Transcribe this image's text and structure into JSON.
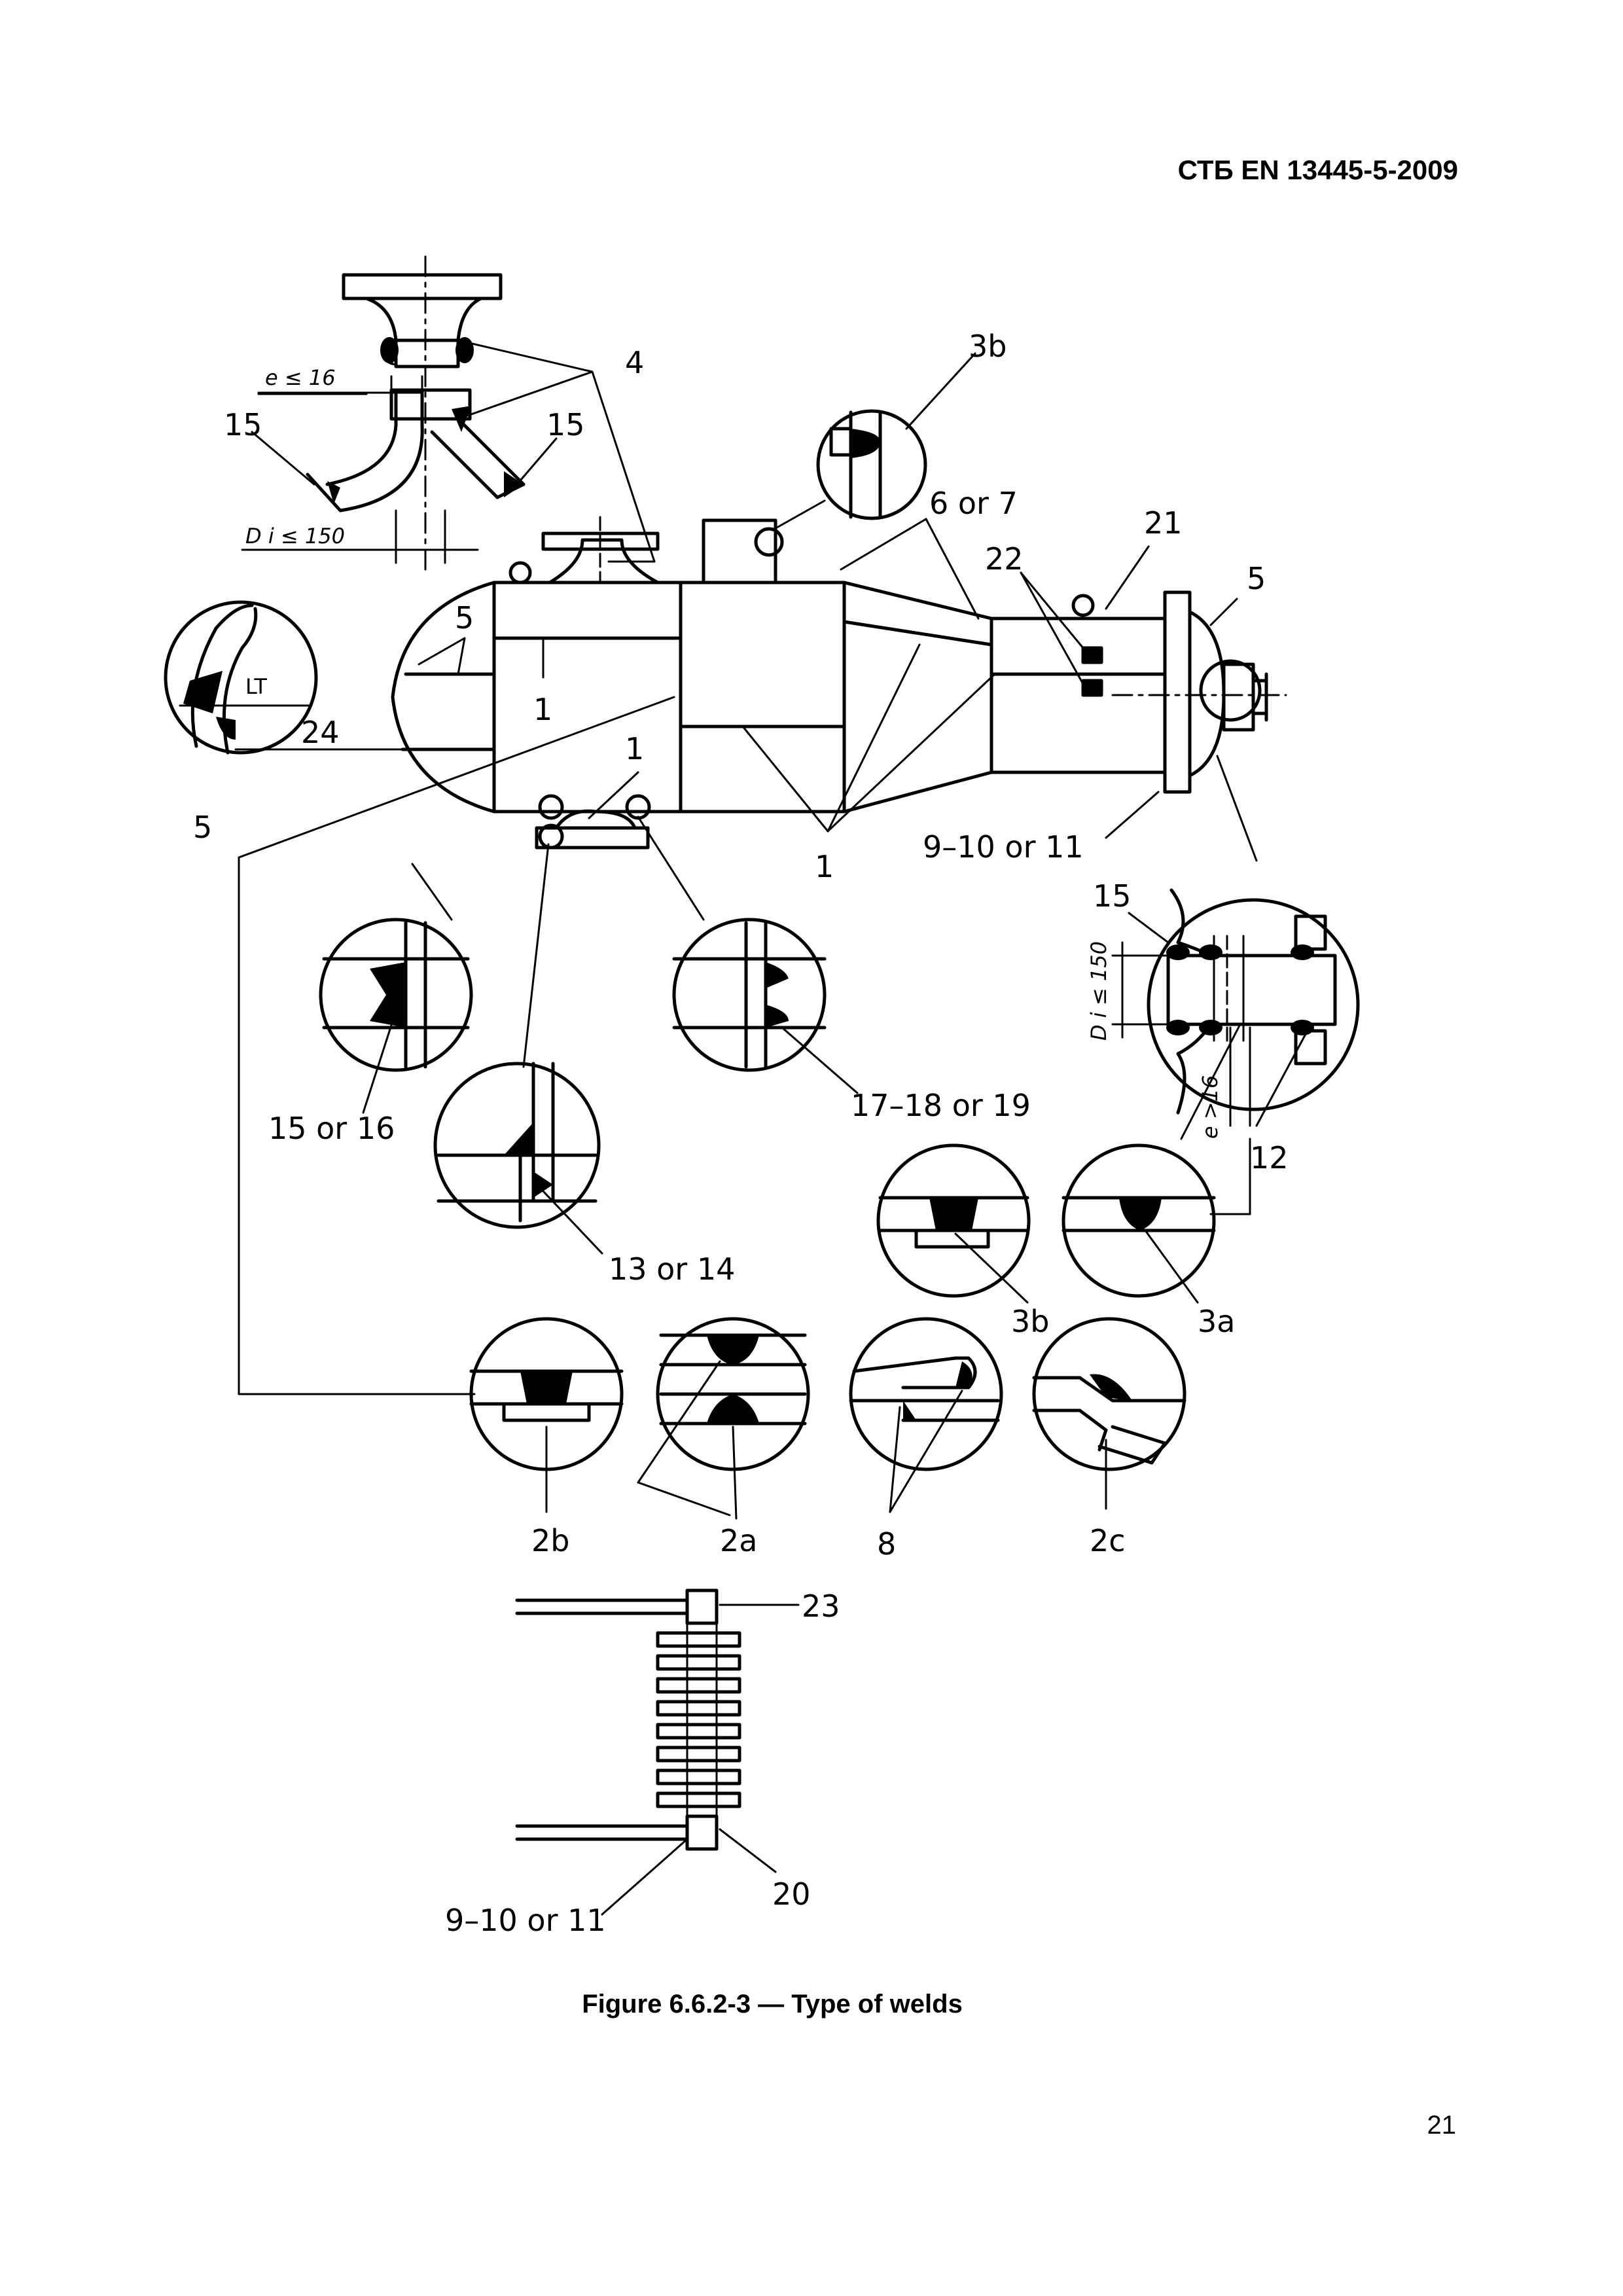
{
  "header": {
    "standard": "СТБ EN 13445-5-2009"
  },
  "caption": "Figure 6.6.2-3 — Type of welds",
  "page_number": "21",
  "labels": {
    "l4": "4",
    "l3b_top": "3b",
    "l6or7": "6 or 7",
    "l21": "21",
    "l22": "22",
    "l5_right": "5",
    "l15_left": "15",
    "l15_mid": "15",
    "e_le16": "e ≤ 16",
    "di_le150": "D i ≤ 150",
    "l5_vessel": "5",
    "l1_a": "1",
    "l1_b": "1",
    "l1_c": "1",
    "lt": "LT",
    "l24": "24",
    "l5_bottom": "5",
    "l9or11_main": "9–10 or 11",
    "l15_detail": "15",
    "l15or16": "15 or 16",
    "l17or19": "17–18 or 19",
    "l13or14": "13 or 14",
    "l3b": "3b",
    "l3a": "3a",
    "l12": "12",
    "di_150_v": "D i ≤ 150",
    "e_16_v": "e >16",
    "l2b": "2b",
    "l2a": "2a",
    "l8": "8",
    "l2c": "2c",
    "l23": "23",
    "l20": "20",
    "l9or11_coil": "9–10 or 11"
  }
}
